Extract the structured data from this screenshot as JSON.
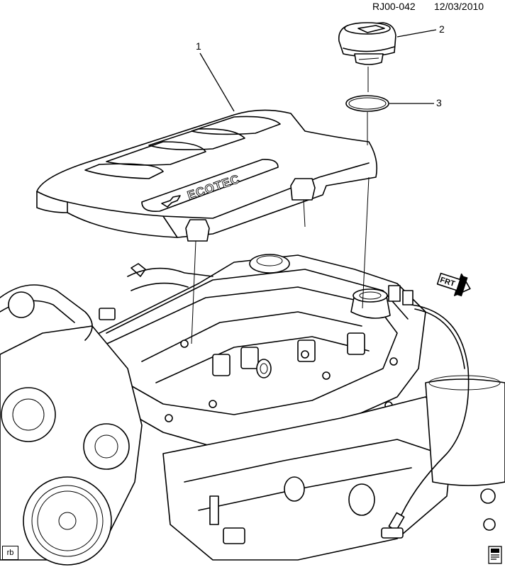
{
  "header": {
    "ref_code": "RJ00-042",
    "date": "12/03/2010"
  },
  "callouts": [
    {
      "number": "1"
    },
    {
      "number": "2"
    },
    {
      "number": "3"
    }
  ],
  "emblem_text": "ECOTEC",
  "direction_label": "FRT",
  "footer": {
    "initials": "rb",
    "icon": "book-manual-icon"
  }
}
